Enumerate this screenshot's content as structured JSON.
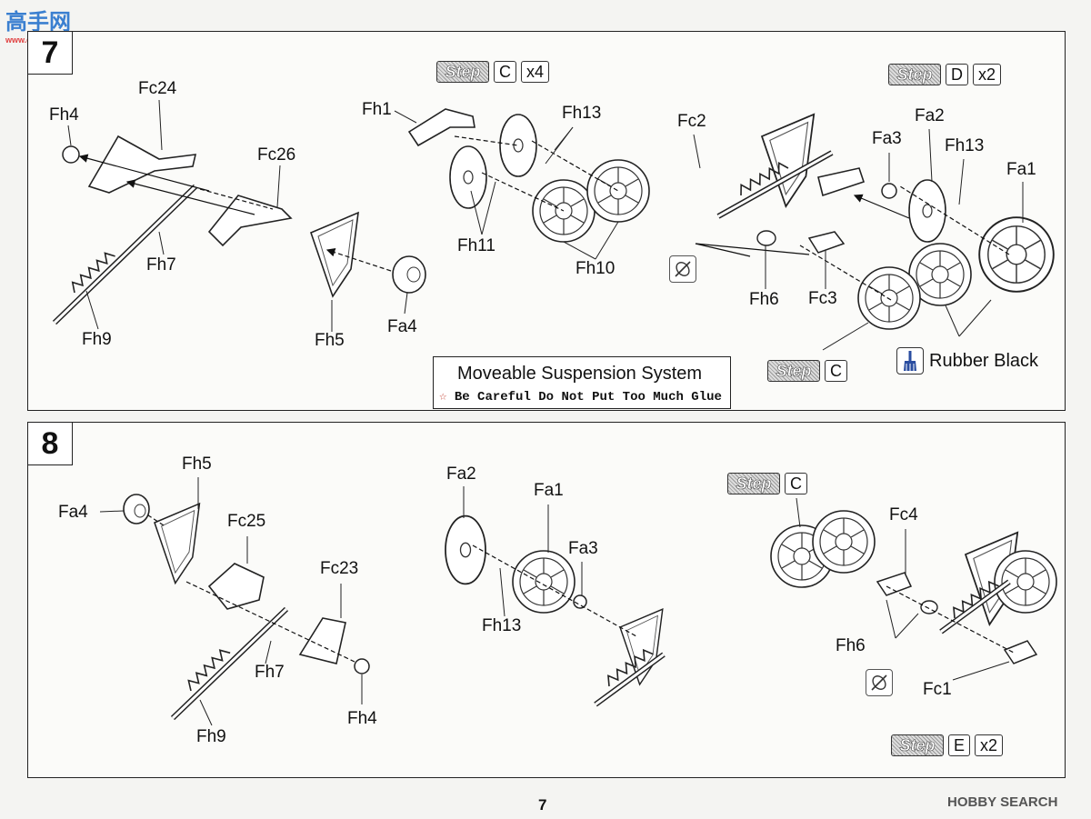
{
  "watermark_top": {
    "main": "高手网",
    "sub": "www.ghshou.com"
  },
  "watermark_bottom": "HOBBY SEARCH",
  "page_number": "7",
  "step7": {
    "number": "7",
    "labels": {
      "fh4": "Fh4",
      "fc24": "Fc24",
      "fc26": "Fc26",
      "fh7": "Fh7",
      "fh9": "Fh9",
      "fh5": "Fh5",
      "fa4": "Fa4",
      "fh1": "Fh1",
      "fh13a": "Fh13",
      "fh11": "Fh11",
      "fh10": "Fh10",
      "fc2": "Fc2",
      "fa3": "Fa3",
      "fa2": "Fa2",
      "fh13b": "Fh13",
      "fa1": "Fa1",
      "fh6": "Fh6",
      "fc3": "Fc3"
    },
    "ref_c_x4": {
      "step": "Step",
      "letter": "C",
      "count": "x4"
    },
    "ref_d_x2": {
      "step": "Step",
      "letter": "D",
      "count": "x2"
    },
    "ref_c": {
      "step": "Step",
      "letter": "C"
    },
    "note_title": "Moveable Suspension System",
    "note_warning": "Be Careful Do Not Put Too Much Glue",
    "paint_label": "Rubber Black"
  },
  "step8": {
    "number": "8",
    "labels": {
      "fh5": "Fh5",
      "fa4": "Fa4",
      "fc25": "Fc25",
      "fc23": "Fc23",
      "fh7": "Fh7",
      "fh9": "Fh9",
      "fh4": "Fh4",
      "fa2": "Fa2",
      "fa1": "Fa1",
      "fa3": "Fa3",
      "fh13": "Fh13",
      "fc4": "Fc4",
      "fh6": "Fh6",
      "fc1": "Fc1"
    },
    "ref_c": {
      "step": "Step",
      "letter": "C"
    },
    "ref_e_x2": {
      "step": "Step",
      "letter": "E",
      "count": "x2"
    }
  },
  "colors": {
    "ink": "#222222",
    "paper": "#fbfbf9",
    "warning_star": "#c0392b",
    "watermark_blue": "#3a7fd0"
  }
}
